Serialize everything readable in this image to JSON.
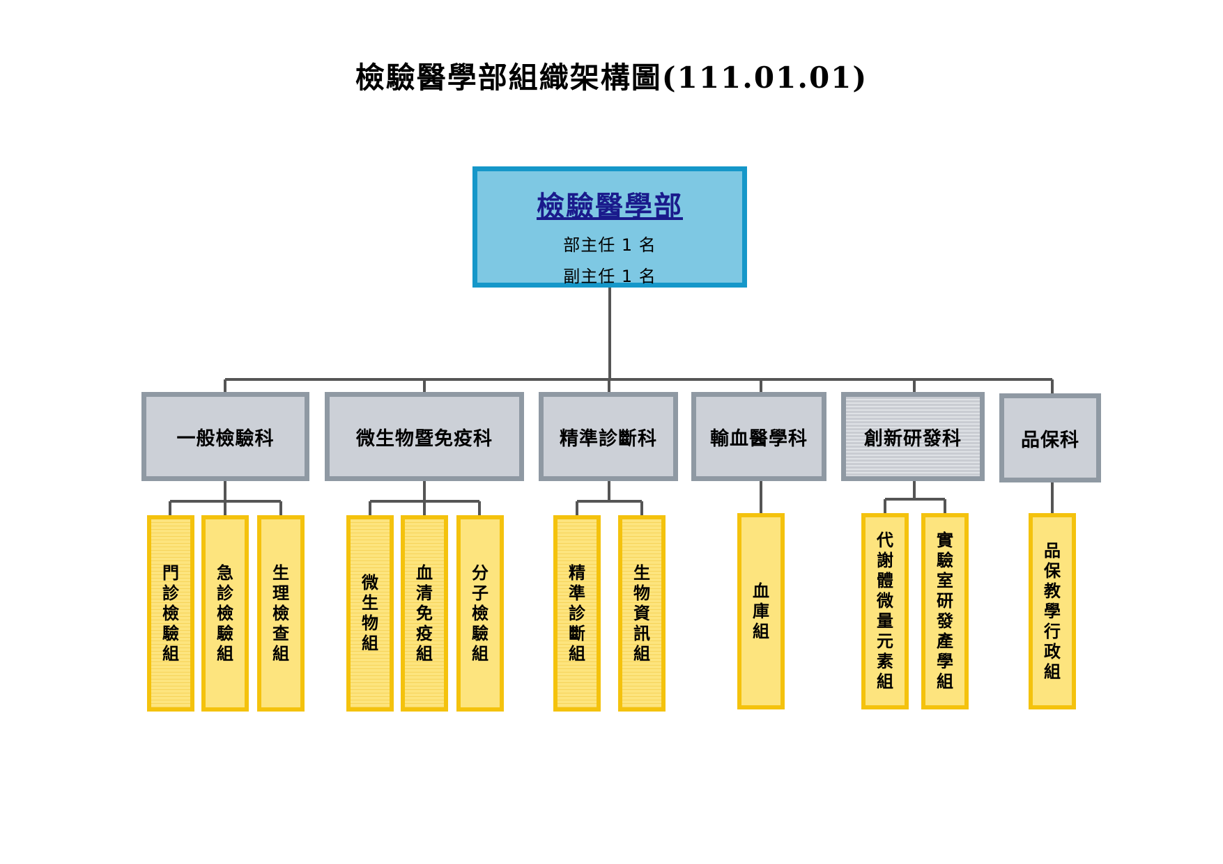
{
  "title": "檢驗醫學部組織架構圖(111.01.01)",
  "top_unit": {
    "name": "檢驗醫學部",
    "lines": [
      "部主任 1 名",
      "副主任 1 名"
    ]
  },
  "departments": [
    {
      "name": "一般檢驗科",
      "units": [
        "門診檢驗組",
        "急診檢驗組",
        "生理檢查組"
      ]
    },
    {
      "name": "微生物暨免疫科",
      "units": [
        "微生物組",
        "血清免疫組",
        "分子檢驗組"
      ]
    },
    {
      "name": "精準診斷科",
      "units": [
        "精準診斷組",
        "生物資訊組"
      ]
    },
    {
      "name": "輸血醫學科",
      "units": [
        "血庫組"
      ]
    },
    {
      "name": "創新研發科",
      "units": [
        "代謝體微量元素組",
        "實驗室研發產學組"
      ]
    },
    {
      "name": "品保科",
      "units": [
        "品保教學行政組"
      ]
    }
  ],
  "colors": {
    "top_fill": "#7ec8e3",
    "top_border": "#1597c9",
    "dept_fill": "#ccd0d7",
    "dept_border": "#8f99a3",
    "unit_fill": "#fde47e",
    "unit_border": "#f4c20d",
    "connector": "#555555"
  }
}
